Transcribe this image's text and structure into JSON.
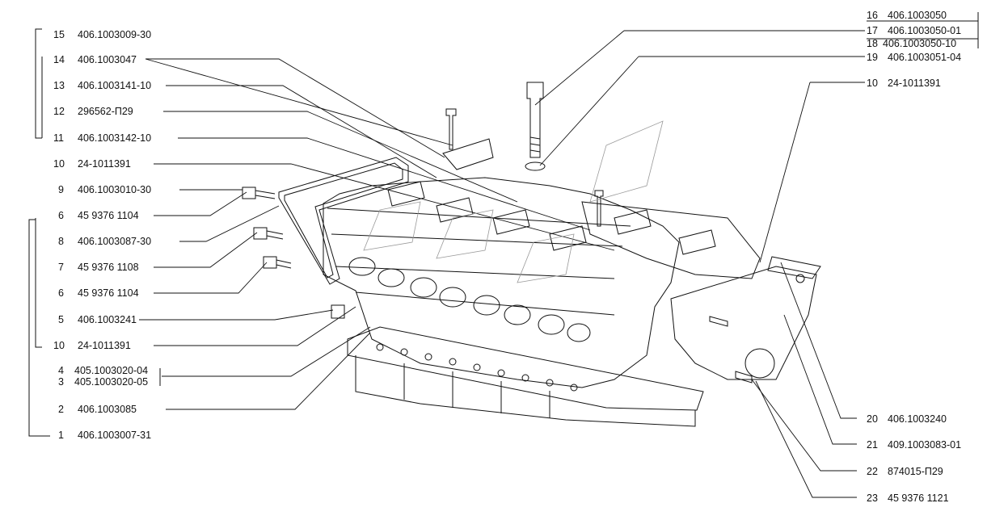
{
  "colors": {
    "ink": "#111111",
    "paper": "#ffffff"
  },
  "callouts": [
    {
      "id": "c15",
      "num": "15",
      "part": "406.1003009-30"
    },
    {
      "id": "c14",
      "num": "14",
      "part": "406.1003047"
    },
    {
      "id": "c13",
      "num": "13",
      "part": "406.1003141-10"
    },
    {
      "id": "c12",
      "num": "12",
      "part": "296562-П29"
    },
    {
      "id": "c11",
      "num": "11",
      "part": "406.1003142-10"
    },
    {
      "id": "c10a",
      "num": "10",
      "part": "24-1011391"
    },
    {
      "id": "c9",
      "num": "9",
      "part": "406.1003010-30"
    },
    {
      "id": "c6a",
      "num": "6",
      "part": "45 9376 1104"
    },
    {
      "id": "c8",
      "num": "8",
      "part": "406.1003087-30"
    },
    {
      "id": "c7",
      "num": "7",
      "part": "45 9376 1108"
    },
    {
      "id": "c6b",
      "num": "6",
      "part": "45 9376 1104"
    },
    {
      "id": "c5",
      "num": "5",
      "part": "406.1003241"
    },
    {
      "id": "c10b",
      "num": "10",
      "part": "24-1011391"
    },
    {
      "id": "c4",
      "num": "4",
      "part": "405.1003020-04"
    },
    {
      "id": "c3",
      "num": "3",
      "part": "405.1003020-05"
    },
    {
      "id": "c2",
      "num": "2",
      "part": "406.1003085"
    },
    {
      "id": "c1",
      "num": "1",
      "part": "406.1003007-31"
    },
    {
      "id": "c16",
      "num": "16",
      "part": "406.1003050"
    },
    {
      "id": "c17",
      "num": "17",
      "part": "406.1003050-01"
    },
    {
      "id": "c18",
      "num": "18",
      "part": "406.1003050-10"
    },
    {
      "id": "c19",
      "num": "19",
      "part": "406.1003051-04"
    },
    {
      "id": "c10c",
      "num": "10",
      "part": "24-1011391"
    },
    {
      "id": "c20",
      "num": "20",
      "part": "406.1003240"
    },
    {
      "id": "c21",
      "num": "21",
      "part": "409.1003083-01"
    },
    {
      "id": "c22",
      "num": "22",
      "part": "874015-П29"
    },
    {
      "id": "c23",
      "num": "23",
      "part": "45 9376 1121"
    }
  ]
}
